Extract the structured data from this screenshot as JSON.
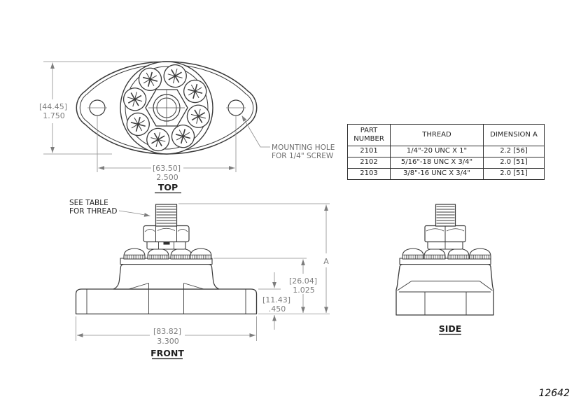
{
  "drawing_number": "12642",
  "colors": {
    "line": "#3a3a3a",
    "dim": "#7d7d7d",
    "text": "#1f1f1f"
  },
  "views": {
    "top": "TOP",
    "front": "FRONT",
    "side": "SIDE"
  },
  "notes": {
    "mounting_hole": [
      "MOUNTING HOLE",
      "FOR 1/4\" SCREW"
    ],
    "see_table": [
      "SEE TABLE",
      "FOR THREAD"
    ]
  },
  "dims": {
    "top_height": [
      "[44.45]",
      "1.750"
    ],
    "top_width": [
      "[63.50]",
      "2.500"
    ],
    "front_width": [
      "[83.82]",
      "3.300"
    ],
    "front_upper": [
      "[26.04]",
      "1.025"
    ],
    "front_base": [
      "[11.43]",
      ".450"
    ],
    "overall": "A"
  },
  "table": {
    "headers": [
      "PART NUMBER",
      "THREAD",
      "DIMENSION A"
    ],
    "rows": [
      [
        "2101",
        "1/4\"-20 UNC X 1\"",
        "2.2 [56]"
      ],
      [
        "2102",
        "5/16\"-18 UNC X 3/4\"",
        "2.0 [51]"
      ],
      [
        "2103",
        "3/8\"-16 UNC X 3/4\"",
        "2.0 [51]"
      ]
    ]
  }
}
